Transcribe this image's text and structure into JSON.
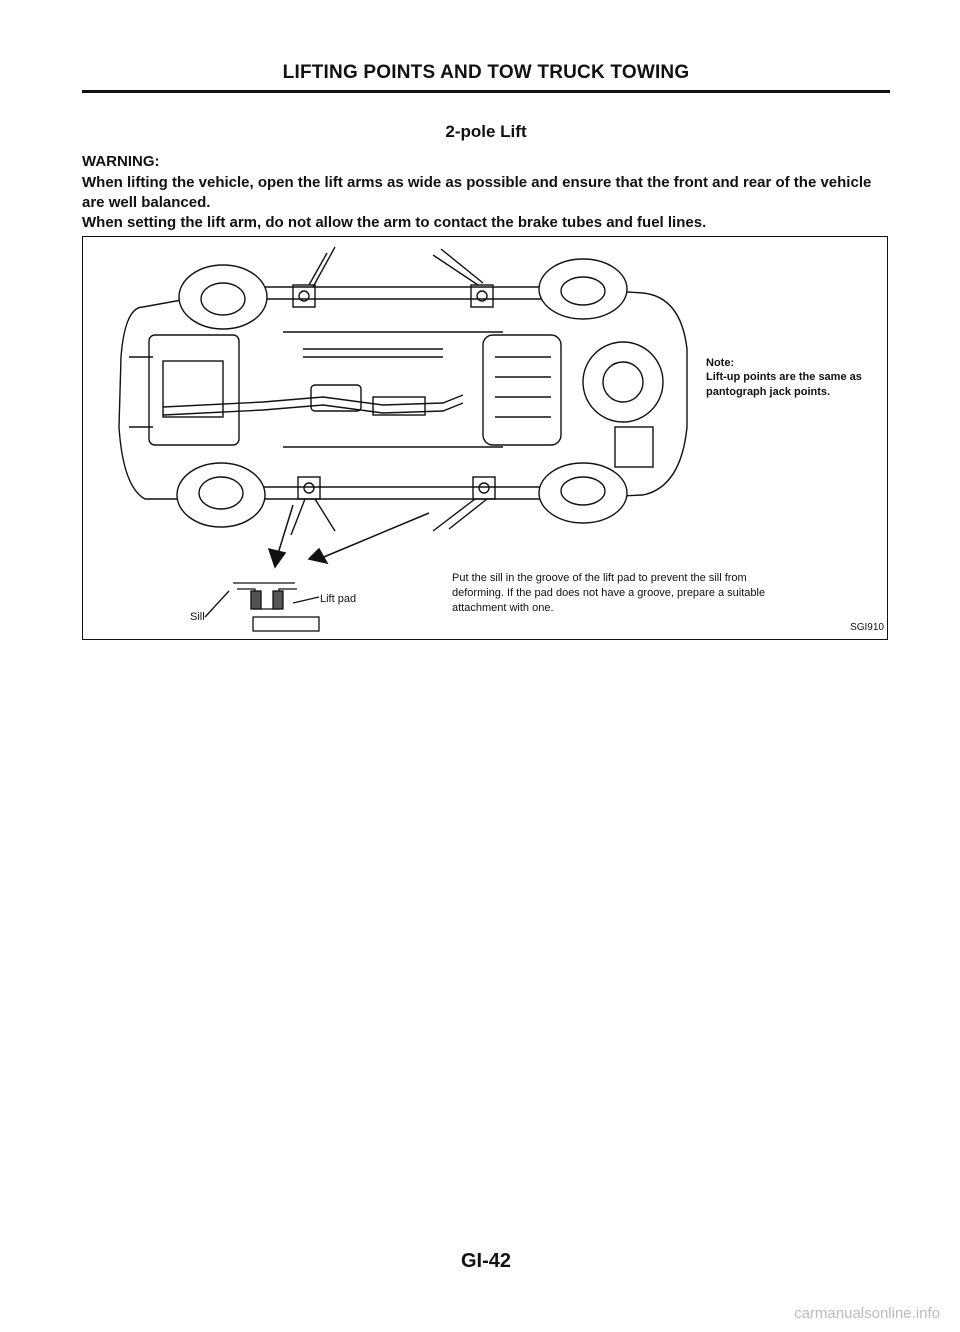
{
  "header": {
    "title": "LIFTING POINTS AND TOW TRUCK TOWING"
  },
  "section": {
    "subtitle": "2-pole Lift"
  },
  "warning": {
    "label": "WARNING:",
    "lines": [
      "When lifting the vehicle, open the lift arms as wide as possible and ensure that the front and rear of the vehicle are well balanced.",
      "When setting the lift arm, do not allow the arm to contact the brake tubes and fuel lines."
    ]
  },
  "figure": {
    "note_label": "Note:",
    "note_text": "Lift-up points are the same as pantograph jack points.",
    "caption": "Put the sill in the groove of the lift pad to prevent the sill from deforming. If the pad does not have a groove, prepare a suitable attachment with one.",
    "lift_pad_label": "Lift pad",
    "sill_label": "Sill",
    "code": "SGI910"
  },
  "footer": {
    "page_number": "GI-42"
  },
  "watermark": {
    "text": "carmanualsonline.info"
  }
}
